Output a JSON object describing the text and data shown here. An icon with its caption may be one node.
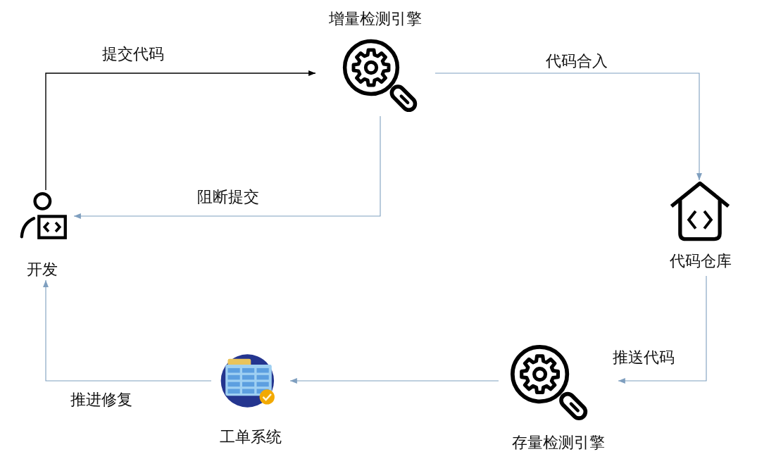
{
  "diagram": {
    "nodes": [
      {
        "text": [
          "开发"
        ]
      },
      {
        "text": [
          "增量检测引擎"
        ]
      },
      {
        "text": [
          "代码仓库"
        ]
      },
      {
        "text": [
          "存量检测引擎"
        ]
      },
      {
        "text": [
          "工单系统"
        ]
      }
    ],
    "edges": [
      {
        "from": 0,
        "to": 1,
        "arrow": "to",
        "label": "提交代码",
        "color": "#000000"
      },
      {
        "from": 1,
        "to": 0,
        "arrow": "to",
        "label": "阻断提交"
      },
      {
        "from": 1,
        "to": 2,
        "arrow": "to",
        "label": "代码合入"
      },
      {
        "from": 2,
        "to": 3,
        "arrow": "to",
        "label": "推送代码"
      },
      {
        "from": 3,
        "to": 4,
        "arrow": "to"
      },
      {
        "from": 4,
        "to": 0,
        "arrow": "to",
        "label": "推进修复"
      }
    ]
  }
}
